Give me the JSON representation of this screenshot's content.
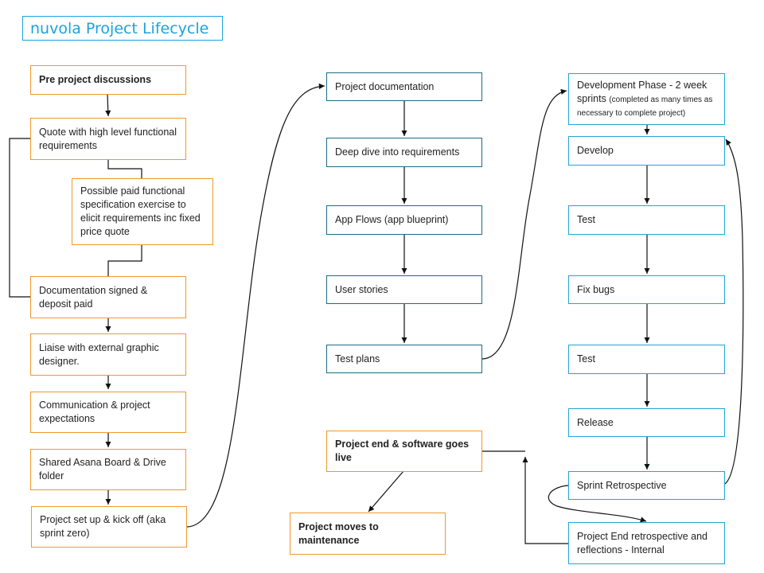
{
  "title": "nuvola Project Lifecycle",
  "colors": {
    "title_accent": "#1aa3dd",
    "phase1_border": "#f0992c",
    "phase2_border": "#1d6b82",
    "phase3_border": "#25a4d6",
    "connector": "#111111"
  },
  "pre_project": {
    "nodes": [
      {
        "id": "pre-project-discussions",
        "label": "Pre project discussions",
        "bold": true
      },
      {
        "id": "quote",
        "label": "Quote with high level functional requirements"
      },
      {
        "id": "functional-spec",
        "label": "Possible paid functional specification exercise to elicit requirements inc fixed price quote"
      },
      {
        "id": "documentation-signed",
        "label": "Documentation signed & deposit paid"
      },
      {
        "id": "liaise-designer",
        "label": "Liaise with external graphic designer."
      },
      {
        "id": "communication",
        "label": "Communication & project expectations"
      },
      {
        "id": "shared-asana",
        "label": "Shared Asana Board & Drive folder"
      },
      {
        "id": "project-setup",
        "label": "Project set up & kick off (aka sprint zero)"
      }
    ]
  },
  "planning": {
    "nodes": [
      {
        "id": "project-documentation",
        "label": "Project documentation"
      },
      {
        "id": "deep-dive",
        "label": "Deep dive into requirements"
      },
      {
        "id": "app-flows",
        "label": "App Flows (app blueprint)"
      },
      {
        "id": "user-stories",
        "label": "User stories"
      },
      {
        "id": "test-plans",
        "label": "Test plans"
      }
    ]
  },
  "development": {
    "header": {
      "label_main": "Development Phase - 2 week sprints",
      "label_note": "(completed as many times as necessary to complete project)"
    },
    "nodes": [
      {
        "id": "develop",
        "label": "Develop"
      },
      {
        "id": "test-1",
        "label": "Test"
      },
      {
        "id": "fix-bugs",
        "label": "Fix bugs"
      },
      {
        "id": "test-2",
        "label": "Test"
      },
      {
        "id": "release",
        "label": "Release"
      },
      {
        "id": "sprint-retrospective",
        "label": "Sprint Retrospective"
      },
      {
        "id": "project-end-retrospective",
        "label": "Project End retrospective and reflections - Internal"
      }
    ]
  },
  "closing": {
    "nodes": [
      {
        "id": "project-end-live",
        "label": "Project end & software goes live",
        "bold": true
      },
      {
        "id": "maintenance",
        "label": "Project moves to maintenance",
        "bold": true
      }
    ]
  }
}
